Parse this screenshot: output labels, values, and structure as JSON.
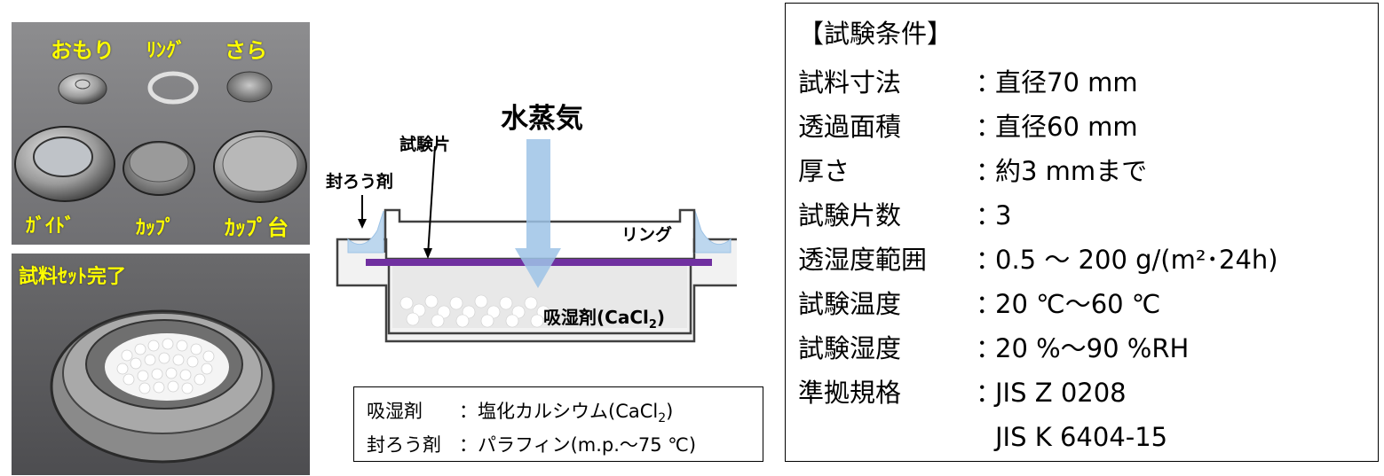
{
  "photos": {
    "top_labels": {
      "weight": "おもり",
      "ring": "ﾘﾝｸﾞ",
      "dish": "さら",
      "guide": "ｶﾞｲﾄﾞ",
      "cup": "ｶｯﾌﾟ",
      "cup_stand": "ｶｯﾌﾟ台"
    },
    "bottom_label": "試料ｾｯﾄ完了"
  },
  "diagram": {
    "vapor": "水蒸気",
    "specimen": "試験片",
    "sealant": "封ろう剤",
    "ring": "リング",
    "desiccant": "吸湿剤(CaCl",
    "desiccant_sub": "2",
    "desiccant_close": ")",
    "colors": {
      "arrow": "#9dc3e6",
      "specimen": "#7030a0",
      "sealant": "#bdd7ee",
      "body": "#f2f2f2",
      "outline": "#404040"
    }
  },
  "legend": {
    "rows": [
      {
        "key": "吸湿剤",
        "value": "：塩化カルシウム(CaCl",
        "sub": "2",
        "close": ")"
      },
      {
        "key": "封ろう剤",
        "value": "：パラフィン(m.p.～75 ℃)",
        "sub": "",
        "close": ""
      }
    ]
  },
  "conditions": {
    "title": "【試験条件】",
    "rows": [
      {
        "label": "試料寸法",
        "value": "直径70 mm"
      },
      {
        "label": "透過面積",
        "value": "直径60 mm"
      },
      {
        "label": "厚さ",
        "value": "約3 mmまで"
      },
      {
        "label": "試験片数",
        "value": "3"
      },
      {
        "label": "透湿度範囲",
        "value": "0.5 ～ 200 g/(m²･24h)"
      },
      {
        "label": "試験温度",
        "value": "20 ℃～60 ℃"
      },
      {
        "label": "試験湿度",
        "value": "20 %～90 %RH"
      },
      {
        "label": "準拠規格",
        "value": "JIS Z 0208"
      },
      {
        "label": "",
        "value": "JIS K 6404-15"
      }
    ],
    "colon": "："
  }
}
